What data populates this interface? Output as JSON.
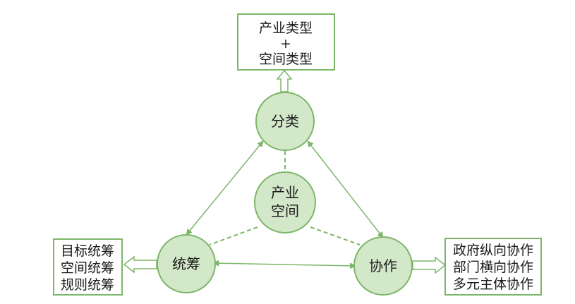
{
  "colors": {
    "circle_fill": "#d3e8c8",
    "stroke": "#7cb668",
    "box_fill": "#ffffff",
    "text": "#1a1a1a"
  },
  "nodes": {
    "top": "分类",
    "center": [
      "产业",
      "空间"
    ],
    "left": "统筹",
    "right": "协作"
  },
  "boxes": {
    "top": [
      "产业类型",
      "+",
      "空间类型"
    ],
    "left": [
      "目标统筹",
      "空间统筹",
      "规则统筹"
    ],
    "right": [
      "政府纵向协作",
      "部门横向协作",
      "多元主体协作"
    ]
  }
}
